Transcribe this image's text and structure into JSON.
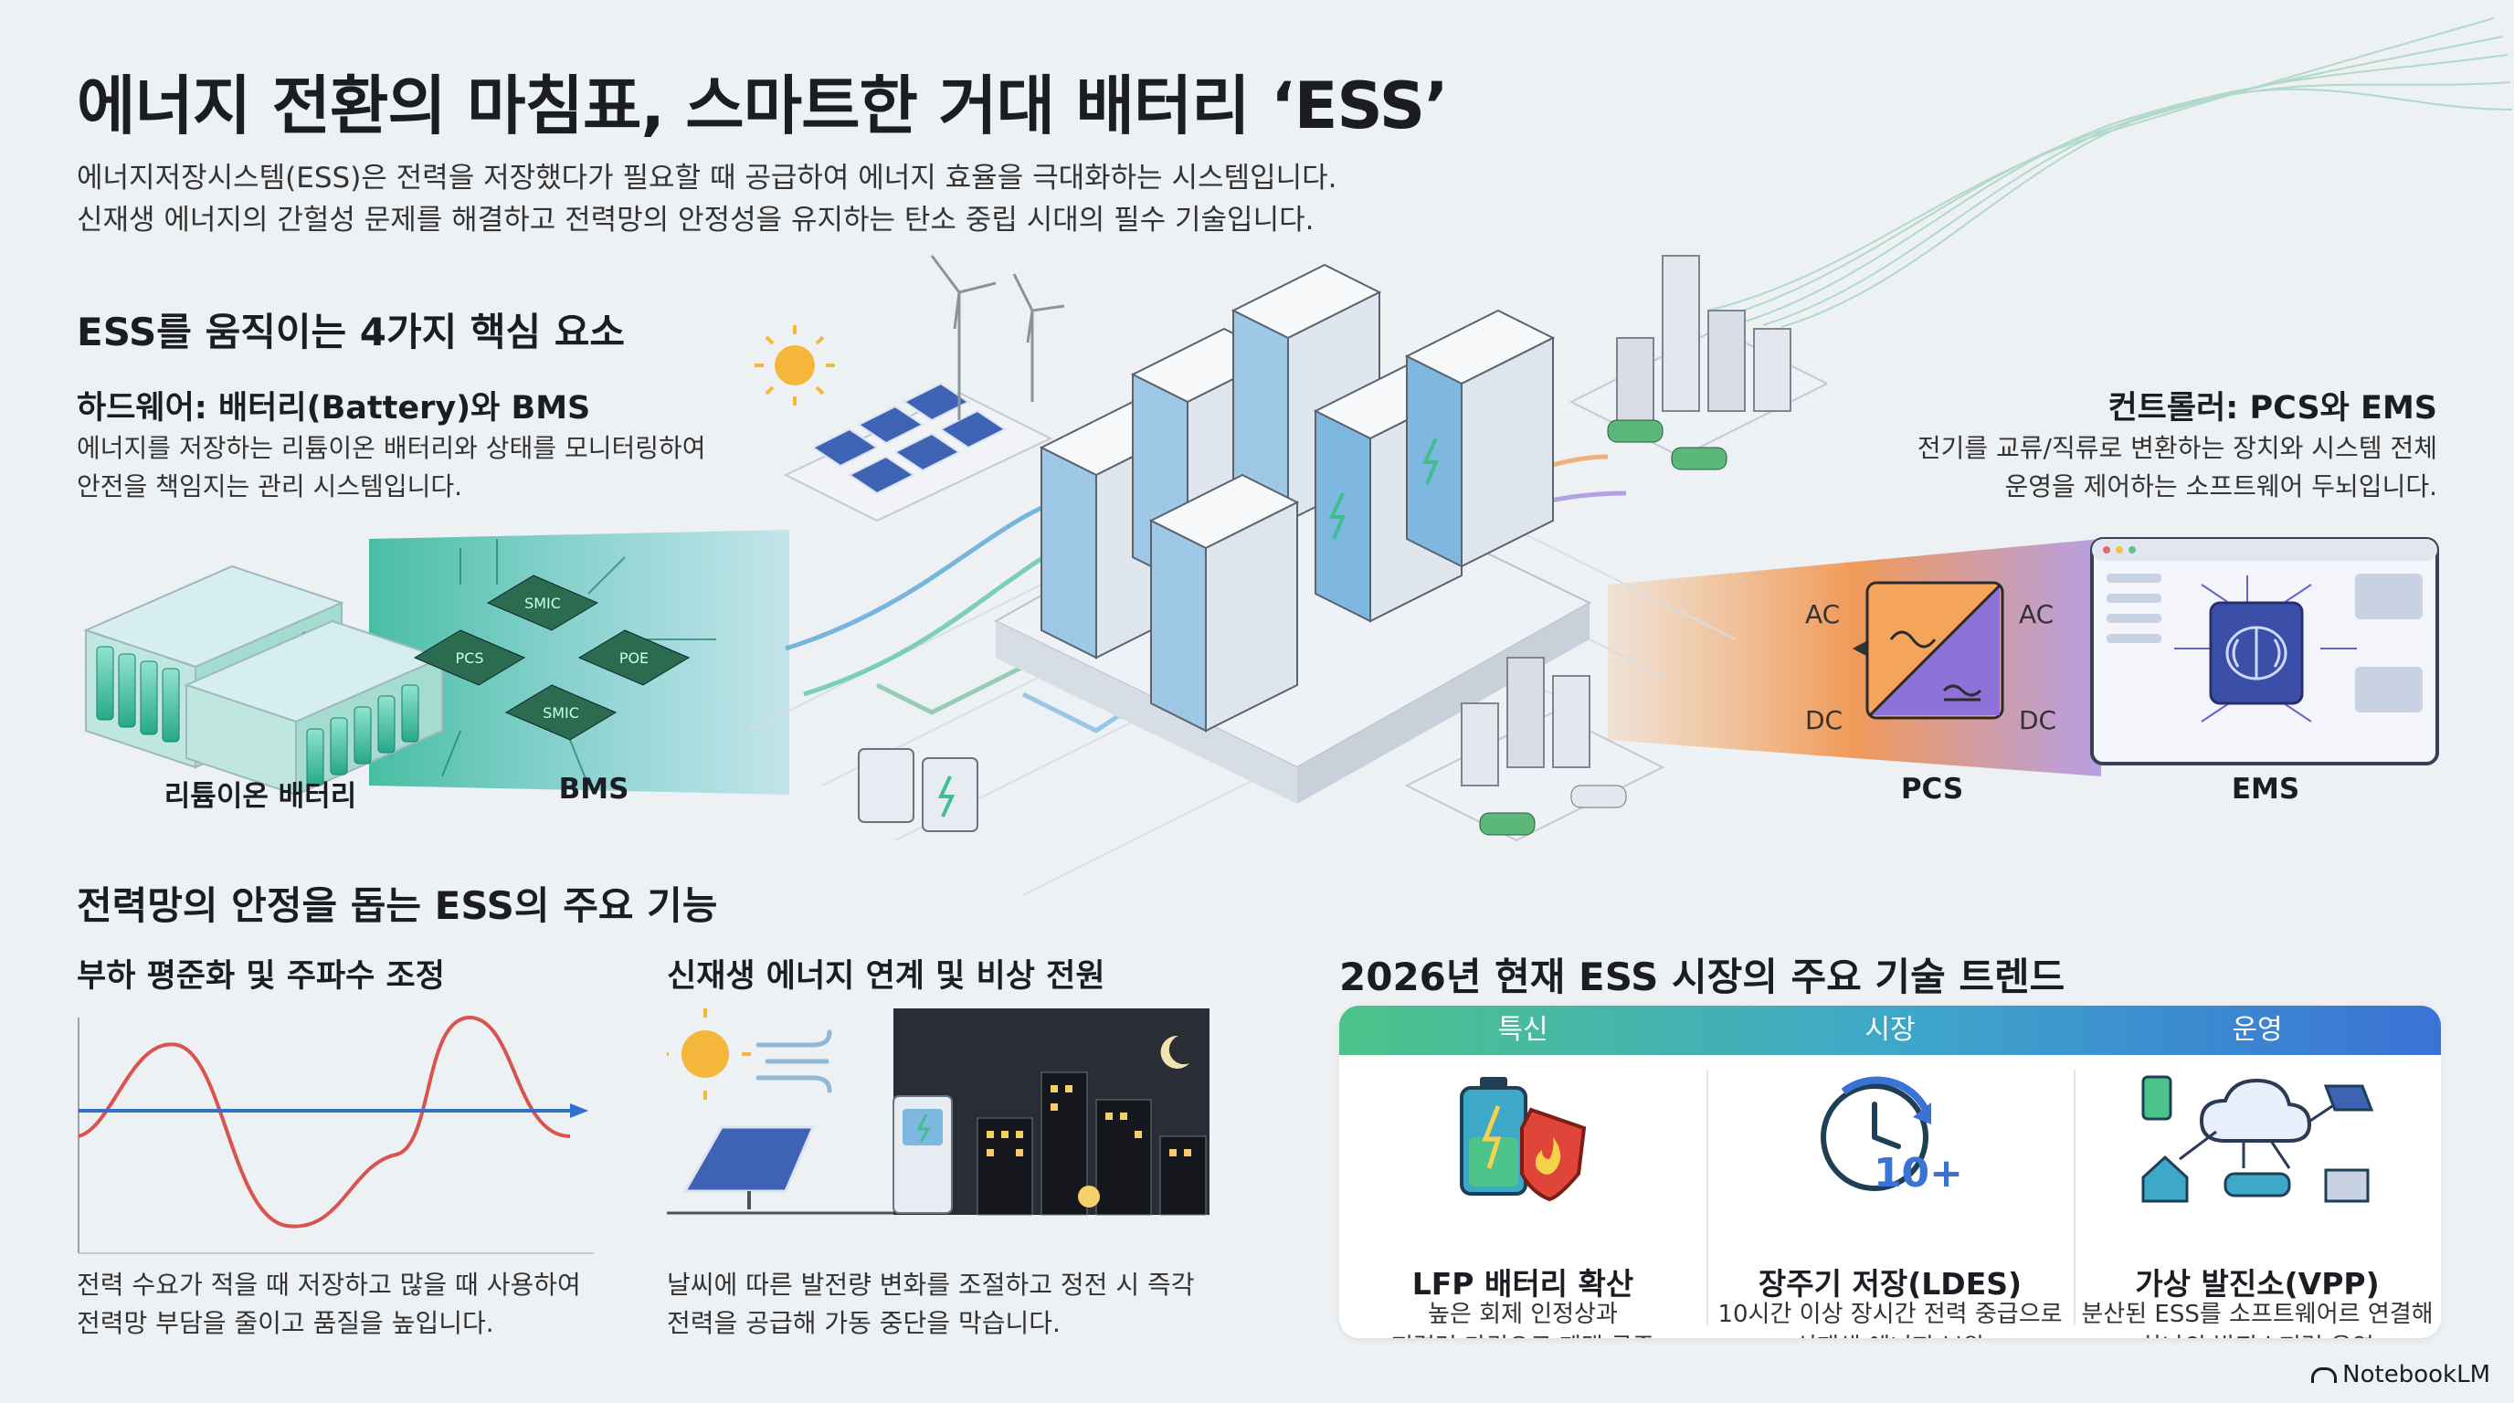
{
  "header": {
    "title": "에너지 전환의 마침표, 스마트한 거대 배터리 ‘ESS’",
    "intro_line1": "에너지저장시스템(ESS)은 전력을 저장했다가 필요할 때 공급하여 에너지 효율을 극대화하는 시스템입니다.",
    "intro_line2": "신재생 에너지의 간헐성 문제를 해결하고 전력망의 안정성을 유지하는 탄소 중립 시대의 필수 기술입니다."
  },
  "components": {
    "heading": "ESS를 움직이는 4가지 핵심 요소",
    "hardware": {
      "title": "하드웨어: 배터리(Battery)와 BMS",
      "desc_line1": "에너지를 저장하는 리튬이온 배터리와 상태를 모니터링하여",
      "desc_line2": "안전을 책임지는 관리 시스템입니다.",
      "label_battery": "리튬이온 배터리",
      "label_bms": "BMS",
      "chip_labels": [
        "SMIC",
        "PCS",
        "POE",
        "SMIC"
      ]
    },
    "controller": {
      "title": "컨트롤러: PCS와 EMS",
      "desc_line1": "전기를 교류/직류로 변환하는 장치와 시스템 전체",
      "desc_line2": "운영을 제어하는 소프트웨어 두뇌입니다.",
      "label_pcs": "PCS",
      "label_ems": "EMS",
      "ac": "AC",
      "dc": "DC"
    }
  },
  "functions": {
    "heading": "전력망의 안정을 돕는 ESS의 주요 기능",
    "load": {
      "title": "부하 평준화 및 주파수 조정",
      "desc_line1": "전력 수요가 적을 때 저장하고 많을 때 사용하여",
      "desc_line2": "전력망 부담을 줄이고 품질을 높입니다."
    },
    "renewable": {
      "title": "신재생 에너지 연계 및 비상 전원",
      "desc_line1": "날씨에 따른 발전량 변화를 조절하고 정전 시 즉각",
      "desc_line2": "전력을 공급해 가동 중단을 막습니다."
    }
  },
  "trends": {
    "heading": "2026년 현재 ESS 시장의 주요 기술 트렌드",
    "columns": [
      {
        "header": "특신",
        "title": "LFP 배터리 확산",
        "desc_line1": "높은 회제 인정상과",
        "desc_line2": "저렴련 가격으로 제택 급증"
      },
      {
        "header": "시장",
        "title": "장주기 저장(LDES)",
        "desc_line1": "10시간 이상 장시간 전력 중급으로",
        "desc_line2": "신재생 에너지 보완",
        "badge": "10+"
      },
      {
        "header": "운영",
        "title": "가상 발진소(VPP)",
        "desc_line1": "분산된 ESS를 소프트웨어르 연결해",
        "desc_line2": "하나의 발진소저럼 운영"
      }
    ]
  },
  "footer": {
    "brand": "NotebookLM"
  },
  "colors": {
    "green": "#3fbf8f",
    "blue": "#3b72d6",
    "orange": "#f08a3c",
    "purple": "#8a6fd6",
    "red_wave": "#d9534f",
    "wave_line": "#2f6fd0"
  }
}
